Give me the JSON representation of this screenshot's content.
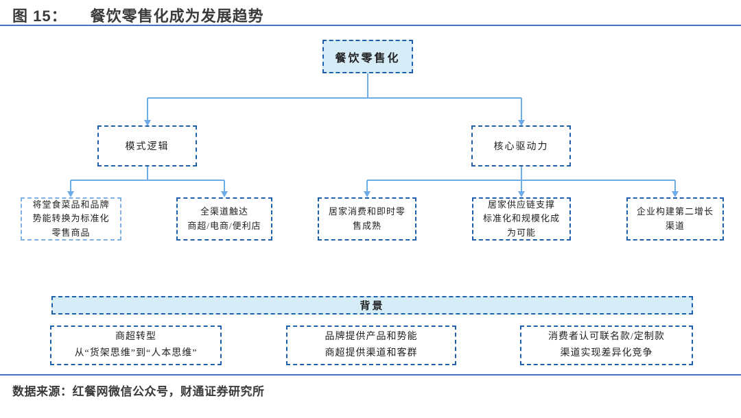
{
  "header": {
    "figure_label": "图 15：",
    "title": "餐饮零售化成为发展趋势"
  },
  "flowchart": {
    "root": {
      "label": "餐饮零售化"
    },
    "level2": [
      {
        "label": "模式逻辑"
      },
      {
        "label": "核心驱动力"
      }
    ],
    "level3": [
      {
        "lines": [
          "将堂食菜品和品牌",
          "势能转换为标准化",
          "零售商品"
        ]
      },
      {
        "lines": [
          "全渠道触达",
          "商超/电商/便利店"
        ]
      },
      {
        "lines": [
          "居家消费和即时零",
          "售成熟"
        ]
      },
      {
        "lines": [
          "居家供应链支撑",
          "标准化和规模化成",
          "为可能"
        ]
      },
      {
        "lines": [
          "企业构建第二增长",
          "渠道"
        ]
      }
    ],
    "background": {
      "bar_label": "背景",
      "items": [
        {
          "lines": [
            "商超转型",
            "从“货架思维”到“人本思维”"
          ]
        },
        {
          "lines": [
            "品牌提供产品和势能",
            "商超提供渠道和客群"
          ]
        },
        {
          "lines": [
            "消费者认可联名款/定制款",
            "渠道实现差异化竞争"
          ]
        }
      ]
    }
  },
  "footer": {
    "source": "数据来源：红餐网微信公众号，财通证券研究所"
  },
  "colors": {
    "border_dark_blue": "#1E5FAC",
    "border_light_blue": "#7FB0E4",
    "fill_light_blue": "#D6EDF8",
    "connector_blue": "#6CACE8",
    "rule_blue": "#4573C4",
    "title_text": "#3A3A3A"
  }
}
